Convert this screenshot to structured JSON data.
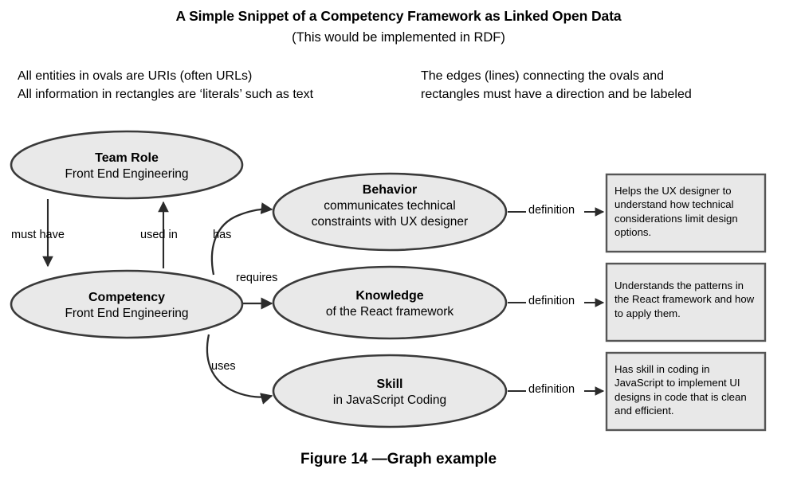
{
  "figure": {
    "title": "A Simple Snippet of a Competency Framework as Linked Open Data",
    "subtitle": "(This would be implemented in RDF)",
    "caption": "Figure 14 —Graph example",
    "legend_left": "All entities in ovals are URIs (often URLs)\nAll information in rectangles are ‘literals’ such as text",
    "legend_right": "The edges (lines) connecting the ovals and\nrectangles must have a direction and be labeled"
  },
  "colors": {
    "node_fill": "#e9e9e9",
    "node_stroke": "#3a3a3a",
    "rect_fill": "#e8e8e8",
    "rect_stroke": "#555555",
    "edge": "#2b2b2b",
    "background": "#ffffff"
  },
  "nodes": {
    "team_role": {
      "heading": "Team Role",
      "body": "Front End Engineering"
    },
    "competency": {
      "heading": "Competency",
      "body": "Front End Engineering"
    },
    "behavior": {
      "heading": "Behavior",
      "body": "communicates technical constraints with UX designer"
    },
    "knowledge": {
      "heading": "Knowledge",
      "body": "of the React framework"
    },
    "skill": {
      "heading": "Skill",
      "body": "in JavaScript Coding"
    }
  },
  "literals": {
    "behavior_definition": "Helps the UX designer to understand how technical considerations limit design options.",
    "knowledge_definition": "Understands the patterns in the React framework and how to apply them.",
    "skill_definition": "Has skill in coding in JavaScript to implement UI designs in code that is clean and efficient."
  },
  "edges": {
    "must_have": "must have",
    "used_in": "used in",
    "has": "has",
    "requires": "requires",
    "uses": "uses",
    "definition_behavior": "definition",
    "definition_knowledge": "definition",
    "definition_skill": "definition"
  }
}
